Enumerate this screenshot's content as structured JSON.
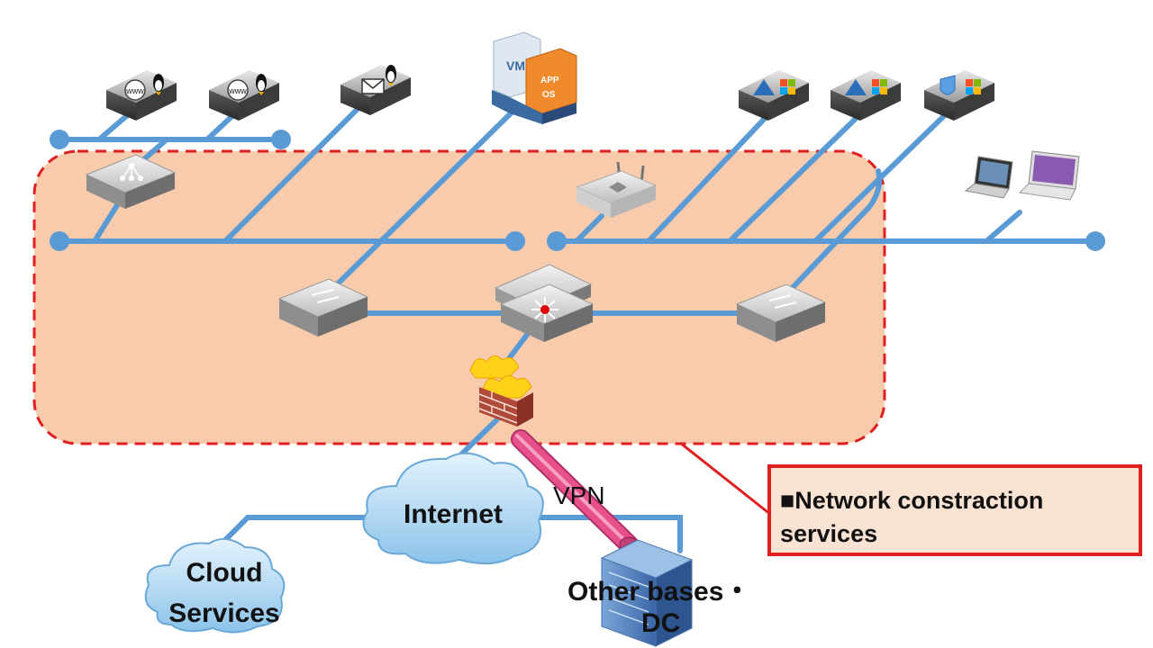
{
  "labels": {
    "internet": "Internet",
    "cloud": "Cloud Services",
    "vpn": "VPN",
    "other_bases": "Other bases・",
    "dc": "DC",
    "callout": "■Network constraction services"
  },
  "icons": {
    "web_servers": [
      "web-server-icon",
      "web-server-icon"
    ],
    "mail_server": "mail-server-icon",
    "vm_host": "virtual-machine-icon",
    "windows_servers": [
      "directory-server-icon",
      "directory-server-icon",
      "security-server-icon"
    ],
    "clients": [
      "laptop-icon",
      "laptop-icon"
    ],
    "load_balancer": "load-balancer-icon",
    "wireless_ap": "wireless-access-point-icon",
    "switches": [
      "switch-icon",
      "switch-icon"
    ],
    "core_switch": "core-switch-icon",
    "firewall": "firewall-icon",
    "building": "building-icon"
  },
  "colors": {
    "link": "#5b9bd5",
    "zone_fill": "#f8cbad",
    "zone_border": "#e02020",
    "vpn_tube": "#e8508a",
    "cloud": "#a9d3f3"
  }
}
